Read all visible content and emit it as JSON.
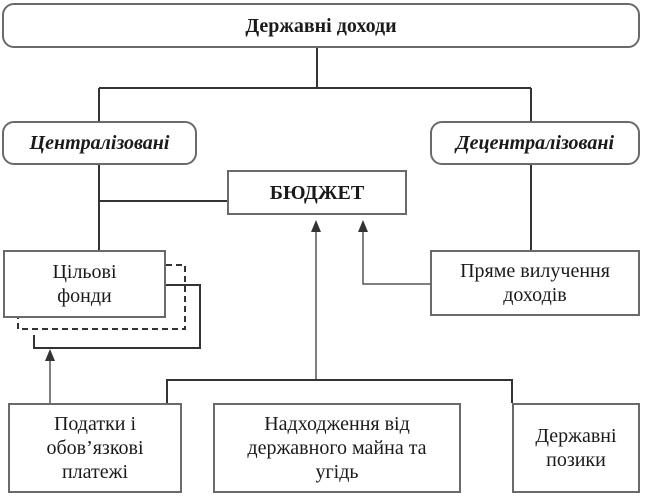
{
  "diagram": {
    "root": "Державні доходи",
    "centralized": "Централізовані",
    "decentralized": "Децентралізовані",
    "budget": "БЮДЖЕТ",
    "target_funds": "Цільові фонди",
    "direct_withdrawal": "Пряме вилучення доходів",
    "taxes": "Податки і обов’язкові платежі",
    "state_property": "Надходження від державного майна та угідь",
    "loans": "Державні позики"
  }
}
